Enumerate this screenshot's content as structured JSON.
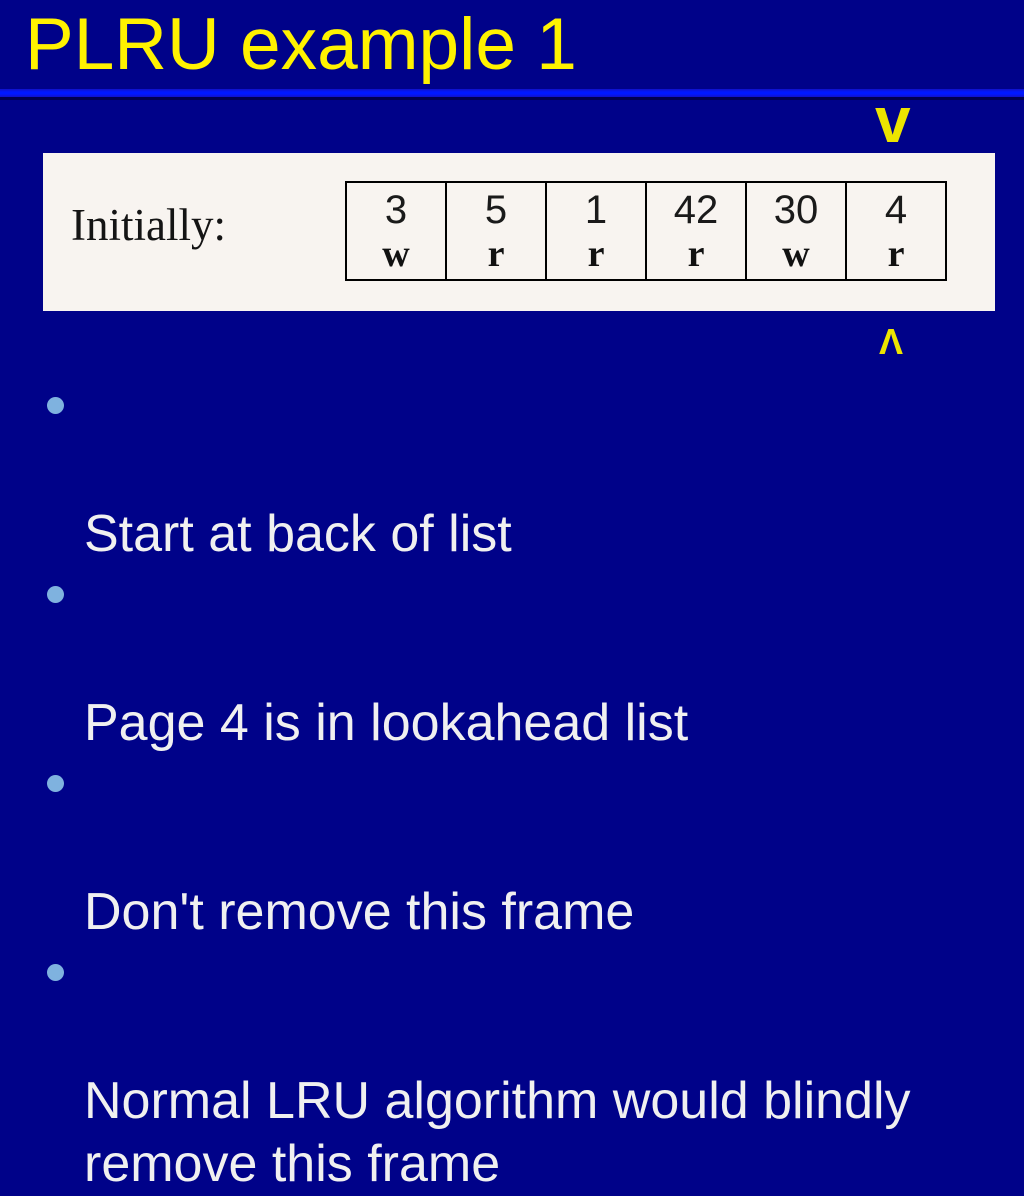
{
  "title": "PLRU example 1",
  "markers": {
    "down": "v",
    "up": "Λ"
  },
  "figure": {
    "label": "Initially:",
    "frames": [
      {
        "page": "3",
        "op": "w"
      },
      {
        "page": "5",
        "op": "r"
      },
      {
        "page": "1",
        "op": "r"
      },
      {
        "page": "42",
        "op": "r"
      },
      {
        "page": "30",
        "op": "w"
      },
      {
        "page": "4",
        "op": "r"
      }
    ]
  },
  "bullets": [
    "Start at back of list",
    "Page 4 is in lookahead list",
    "Don't remove this frame",
    "Normal LRU algorithm would blindly\nremove this frame"
  ],
  "colors": {
    "background": "#000289",
    "title": "#FFF200",
    "divider": "#0018FF",
    "divider_shadow": "#000050",
    "marker": "#EDE400",
    "figure_background": "#F8F4F0",
    "figure_text": "#141414",
    "bullet_dot": "#7FB2DF",
    "body_text": "#F0F0F0"
  }
}
